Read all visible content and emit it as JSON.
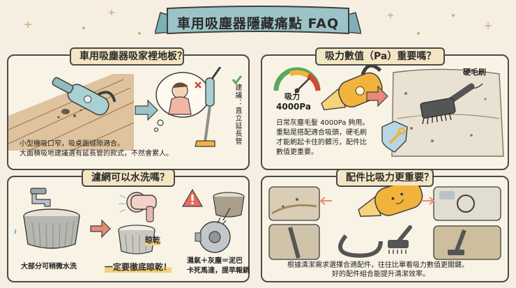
{
  "title": "車用吸塵器隱藏痛點 FAQ",
  "panels": {
    "floor": {
      "title": "車用吸塵器吸家裡地板？",
      "advice_vertical": "建議：直立延長管",
      "caption_lines": [
        "小型機吸口窄，吸桌面縫隙適合。",
        "大面積吸地建議選有延長管的款式，不然會累人。"
      ]
    },
    "suction": {
      "title": "吸力數值（Pa）重要嗎？",
      "gauge_label": "吸力",
      "gauge_value": "4000Pa",
      "brush_label": "硬毛刷",
      "caption_lines": [
        "日常灰塵毛髮 4000Pa 夠用。",
        "重點是搭配適合吸頭，硬毛刷",
        "才能刷起卡住的髒污，配件比",
        "數值更重要。"
      ]
    },
    "filter": {
      "title": "濾網可以水洗嗎？",
      "dry_label": "晾乾",
      "caption_left": "大部分可稍微水洗",
      "caption_mid": "一定要徹底晾乾！",
      "caption_right_lines": [
        "濕氣＋灰塵＝泥巴",
        "卡死馬達，提早報銷"
      ]
    },
    "accessories": {
      "title": "配件比吸力更重要？",
      "caption_lines": [
        "根據清潔需求選擇合適配件，往往比單看吸力數值更關鍵。",
        "好的配件組合能提升清潔效率。"
      ]
    }
  },
  "colors": {
    "background": "#f6efe1",
    "panel_border": "#4a4a4a",
    "banner": "#9cc4c8",
    "vacuum_teal": "#a9d0d2",
    "vacuum_yellow": "#f2b33d",
    "arrow_coral": "#e98a78",
    "check_green": "#5aa85a",
    "cross_red": "#d9443a"
  },
  "icons": [
    "handheld-vacuum-icon",
    "thought-bubble-icon",
    "stick-vacuum-icon",
    "check-icon",
    "gauge-icon",
    "shield-icon",
    "brush-head-icon",
    "faucet-icon",
    "filter-icon",
    "hair-dryer-icon",
    "warning-icon",
    "motor-icon",
    "hose-icon"
  ]
}
